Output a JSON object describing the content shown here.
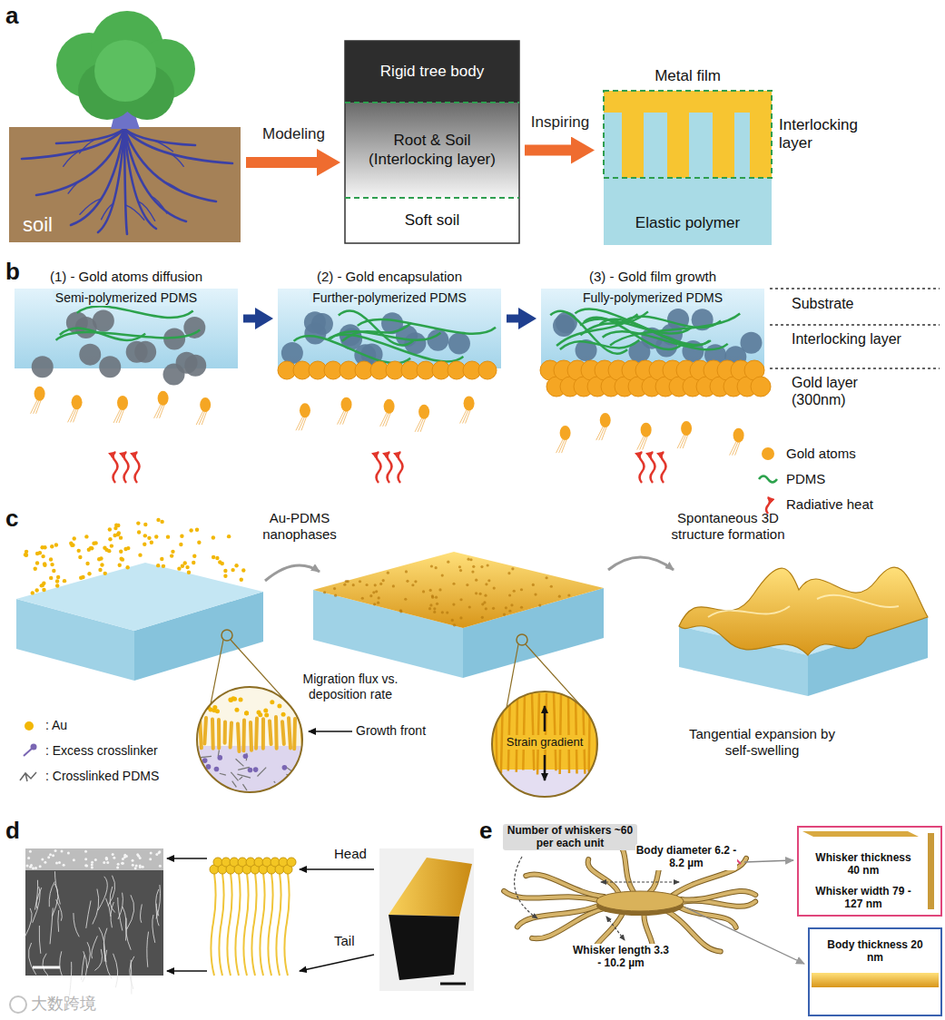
{
  "diagram": {
    "nodes": [
      {
        "text": [
          "soil"
        ]
      },
      {
        "text": [
          "Rigid tree body"
        ]
      },
      {
        "text": [
          "Root & Soil (Interlocking layer)"
        ]
      },
      {
        "text": [
          "Soft soil"
        ]
      },
      {
        "text": [
          "Metal film",
          "Elastic polymer"
        ]
      },
      {
        "text": [
          "(1) - Gold atoms diffusion",
          "Semi-polymerized PDMS"
        ]
      },
      {
        "text": [
          "(2) - Gold encapsulation",
          "Further-polymerized PDMS"
        ]
      },
      {
        "text": [
          "(3) - Gold film growth",
          "Fully-polymerized PDMS"
        ]
      },
      {
        "text": [
          "Whisker thickness 40 nm",
          "Whisker width 79 - 127 nm"
        ]
      },
      {
        "text": [
          "Body thickness 20 nm"
        ]
      }
    ],
    "edges": [
      {
        "from": 0,
        "to": 2,
        "label": "Modeling",
        "arrow": "to"
      },
      {
        "from": 2,
        "to": 4,
        "label": "Inspiring",
        "arrow": "to"
      },
      {
        "from": 5,
        "to": 6,
        "arrow": "to"
      },
      {
        "from": 6,
        "to": 7,
        "arrow": "to"
      }
    ],
    "labels": [
      "a",
      "Interlocking layer",
      "b",
      "Substrate",
      "Interlocking layer",
      "Gold layer (300nm)",
      "c",
      "Au-PDMS nanophases",
      "Spontaneous 3D structure formation",
      "Migration flux vs. deposition rate",
      "Growth front",
      "Strain gradient",
      "Tangential expansion by self-swelling",
      "d",
      "Head",
      "Tail",
      "e",
      "Number of whiskers ~60 per each unit",
      "Body diameter 6.2 - 8.2 µm",
      "Whisker length 3.3 - 10.2 µm",
      "大数跨境"
    ],
    "legend": [
      {
        "text": "Gold atoms",
        "color": "#f5a623"
      },
      {
        "text": "PDMS"
      },
      {
        "text": "Radiative heat"
      },
      {
        "text": ": Au",
        "color": "#f2b705"
      },
      {
        "text": ": Excess crosslinker"
      },
      {
        "text": ": Crosslinked PDMS"
      }
    ]
  }
}
